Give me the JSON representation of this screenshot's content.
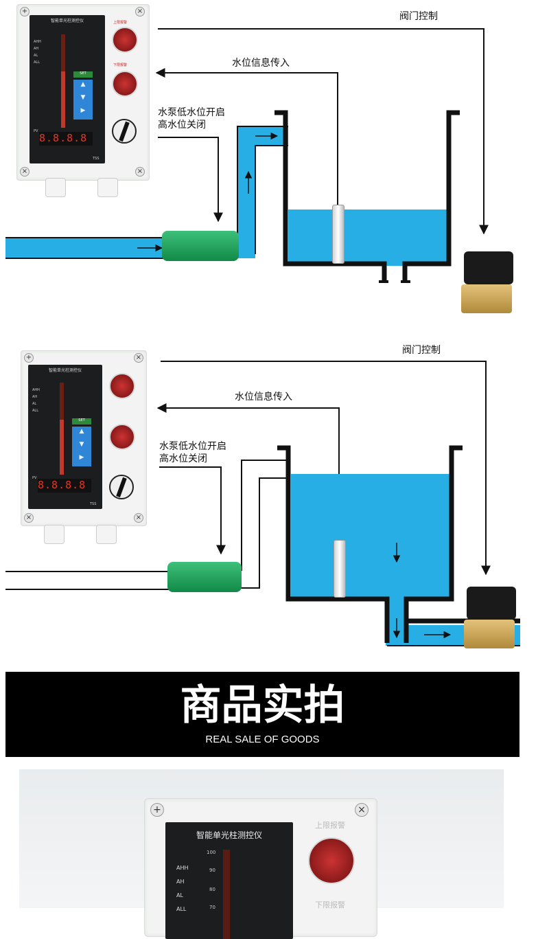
{
  "diagram1": {
    "label_valve": "阀门控制",
    "label_signal": "水位信息传入",
    "label_pump_line1": "水泵低水位开启",
    "label_pump_line2": "高水位关闭"
  },
  "diagram2": {
    "label_valve": "阀门控制",
    "label_signal": "水位信息传入",
    "label_pump_line1": "水泵低水位开启",
    "label_pump_line2": "高水位关闭"
  },
  "controller": {
    "title": "智能单光柱测控仪",
    "alarm_upper": "上限报警",
    "alarm_lower": "下限报警",
    "set_label": "SET",
    "pv_label": "PV",
    "pv_value": "8.8.8.8",
    "model": "TSS",
    "status_labels": [
      "AHH",
      "AH",
      "AL",
      "ALL"
    ],
    "scale": [
      "100",
      "90",
      "80",
      "70"
    ]
  },
  "banner": {
    "title": "商品实拍",
    "subtitle": "REAL SALE OF GOODS"
  },
  "colors": {
    "water": "#27aee4",
    "pipe_outline": "#111111",
    "banner_bg": "#000000"
  },
  "icons": [
    "screw-icon",
    "up-arrow-icon",
    "down-arrow-icon",
    "right-arrow-icon",
    "alarm-buzzer-icon"
  ]
}
